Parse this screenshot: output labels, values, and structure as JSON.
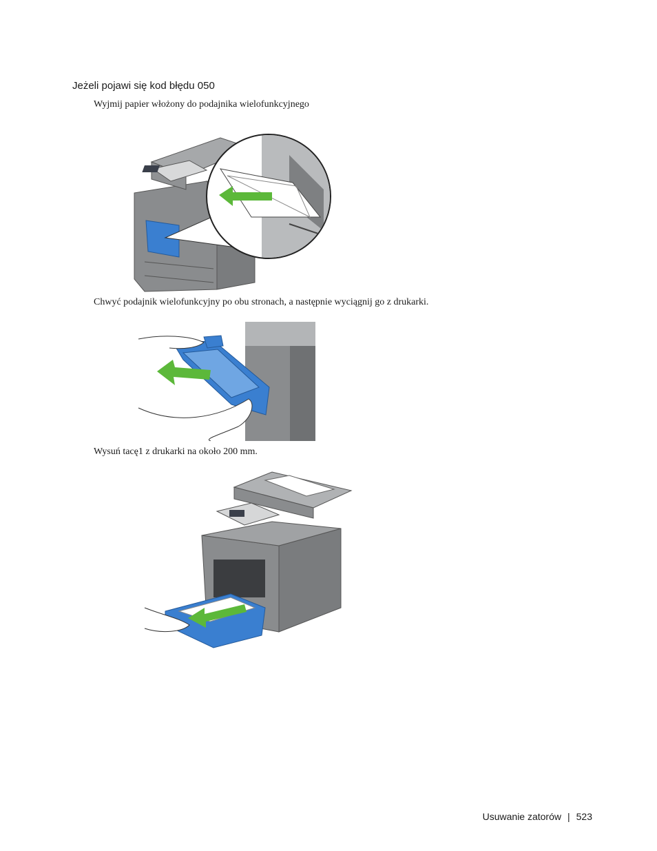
{
  "heading": "Jeżeli pojawi się kod błędu 050",
  "steps": [
    {
      "text": "Wyjmij papier włożony do podajnika wielofunkcyjnego"
    },
    {
      "text": "Chwyć podajnik wielofunkcyjny po obu stronach, a następnie wyciągnij go z drukarki."
    },
    {
      "text": "Wysuń tacę1 z drukarki na około 200 mm."
    }
  ],
  "footer": {
    "section": "Usuwanie zatorów",
    "separator": "|",
    "page": "523"
  },
  "colors": {
    "tray_blue": "#3a7fd0",
    "arrow_green": "#5cb83a",
    "printer_gray": "#8a8c8e"
  }
}
